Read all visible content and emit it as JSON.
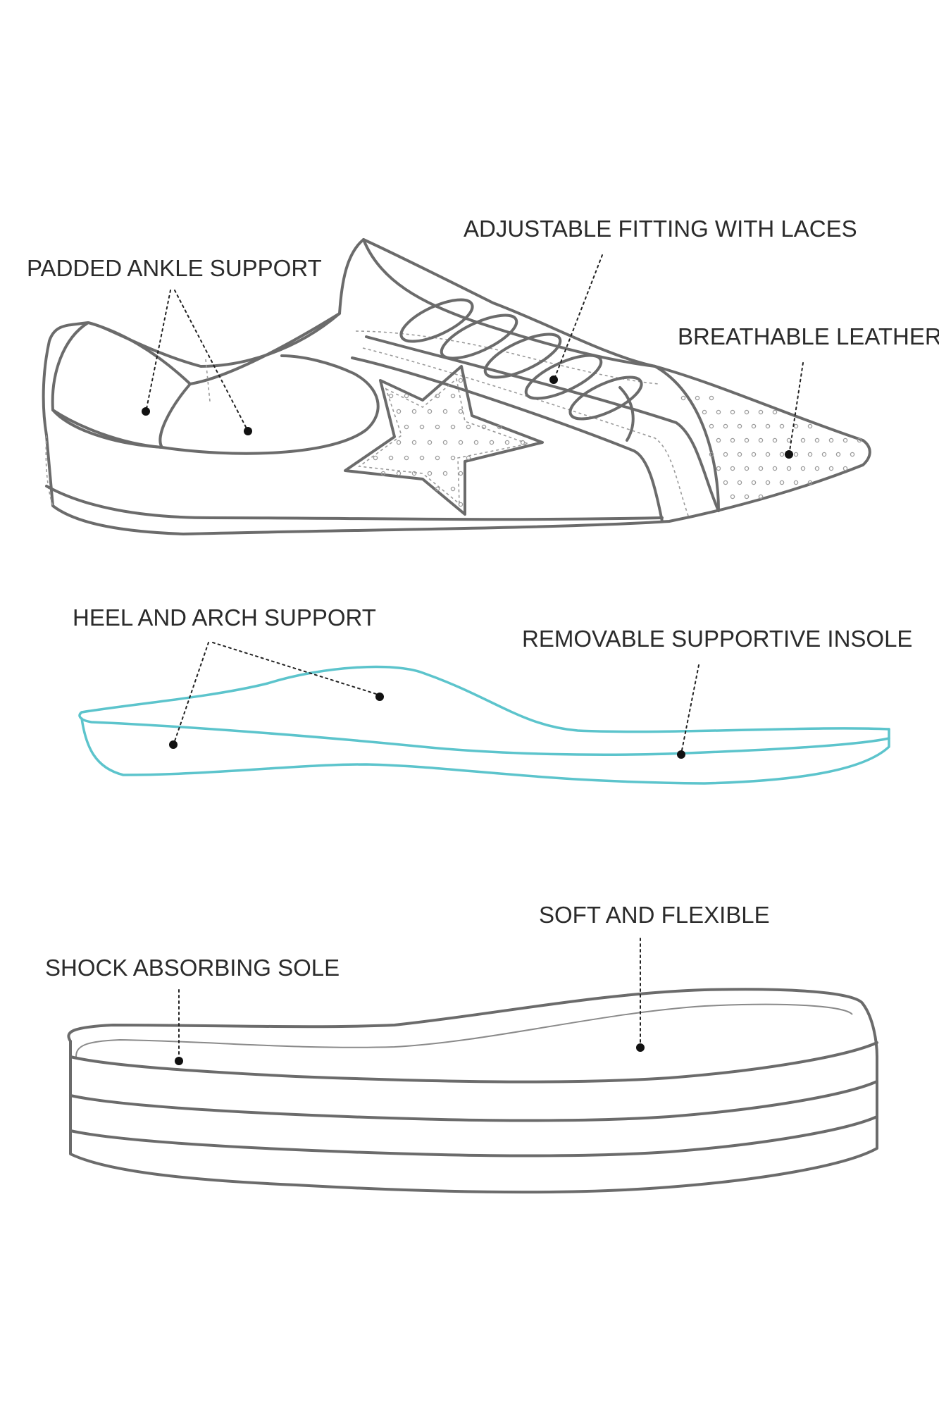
{
  "colors": {
    "background": "#ffffff",
    "outline": "#6b6b6b",
    "insole": "#5cc4cc",
    "text": "#2b2b2b",
    "leader_dot": "#111111"
  },
  "sneaker": {
    "labels": {
      "padded_ankle": "PADDED ANKLE SUPPORT",
      "adjustable_fitting": "ADJUSTABLE FITTING WITH LACES",
      "breathable_leather": "BREATHABLE LEATHER"
    }
  },
  "insole": {
    "labels": {
      "heel_arch": "HEEL AND ARCH SUPPORT",
      "removable_insole": "REMOVABLE SUPPORTIVE INSOLE"
    }
  },
  "sole": {
    "labels": {
      "soft_flexible": "SOFT AND FLEXIBLE",
      "shock_absorbing": "SHOCK ABSORBING SOLE"
    }
  }
}
